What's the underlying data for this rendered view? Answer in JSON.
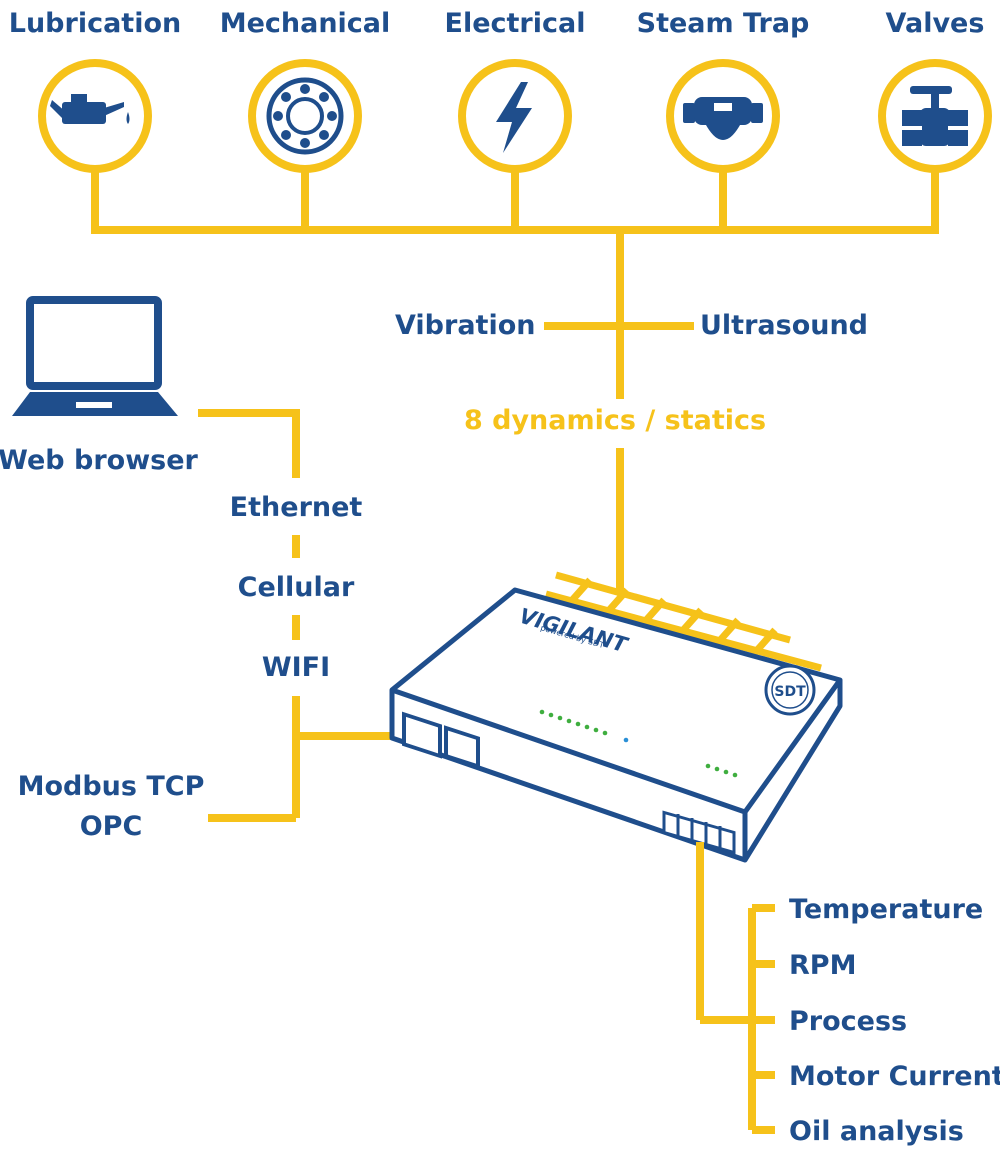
{
  "categories": [
    {
      "label": "Lubrication",
      "icon": "oil-can-icon"
    },
    {
      "label": "Mechanical",
      "icon": "bearing-icon"
    },
    {
      "label": "Electrical",
      "icon": "lightning-bolt-icon"
    },
    {
      "label": "Steam Trap",
      "icon": "steam-trap-icon"
    },
    {
      "label": "Valves",
      "icon": "valve-icon"
    }
  ],
  "sensing": {
    "left": "Vibration",
    "right": "Ultrasound",
    "channels": "8 dynamics / statics"
  },
  "client": {
    "label": "Web browser",
    "icon": "laptop-icon"
  },
  "connectivity": [
    "Ethernet",
    "Cellular",
    "WIFI"
  ],
  "protocols": {
    "line1": "Modbus TCP",
    "line2": "OPC"
  },
  "device": {
    "brand": "VIGILANT",
    "tagline": "powered by SDT",
    "badge": "SDT",
    "icon": "vigilant-device-icon"
  },
  "inputs": [
    "Temperature",
    "RPM",
    "Process",
    "Motor Current",
    "Oil analysis"
  ],
  "colors": {
    "accent": "#f6c21a",
    "primary": "#1f4e8c",
    "led": "#3fae3f"
  }
}
